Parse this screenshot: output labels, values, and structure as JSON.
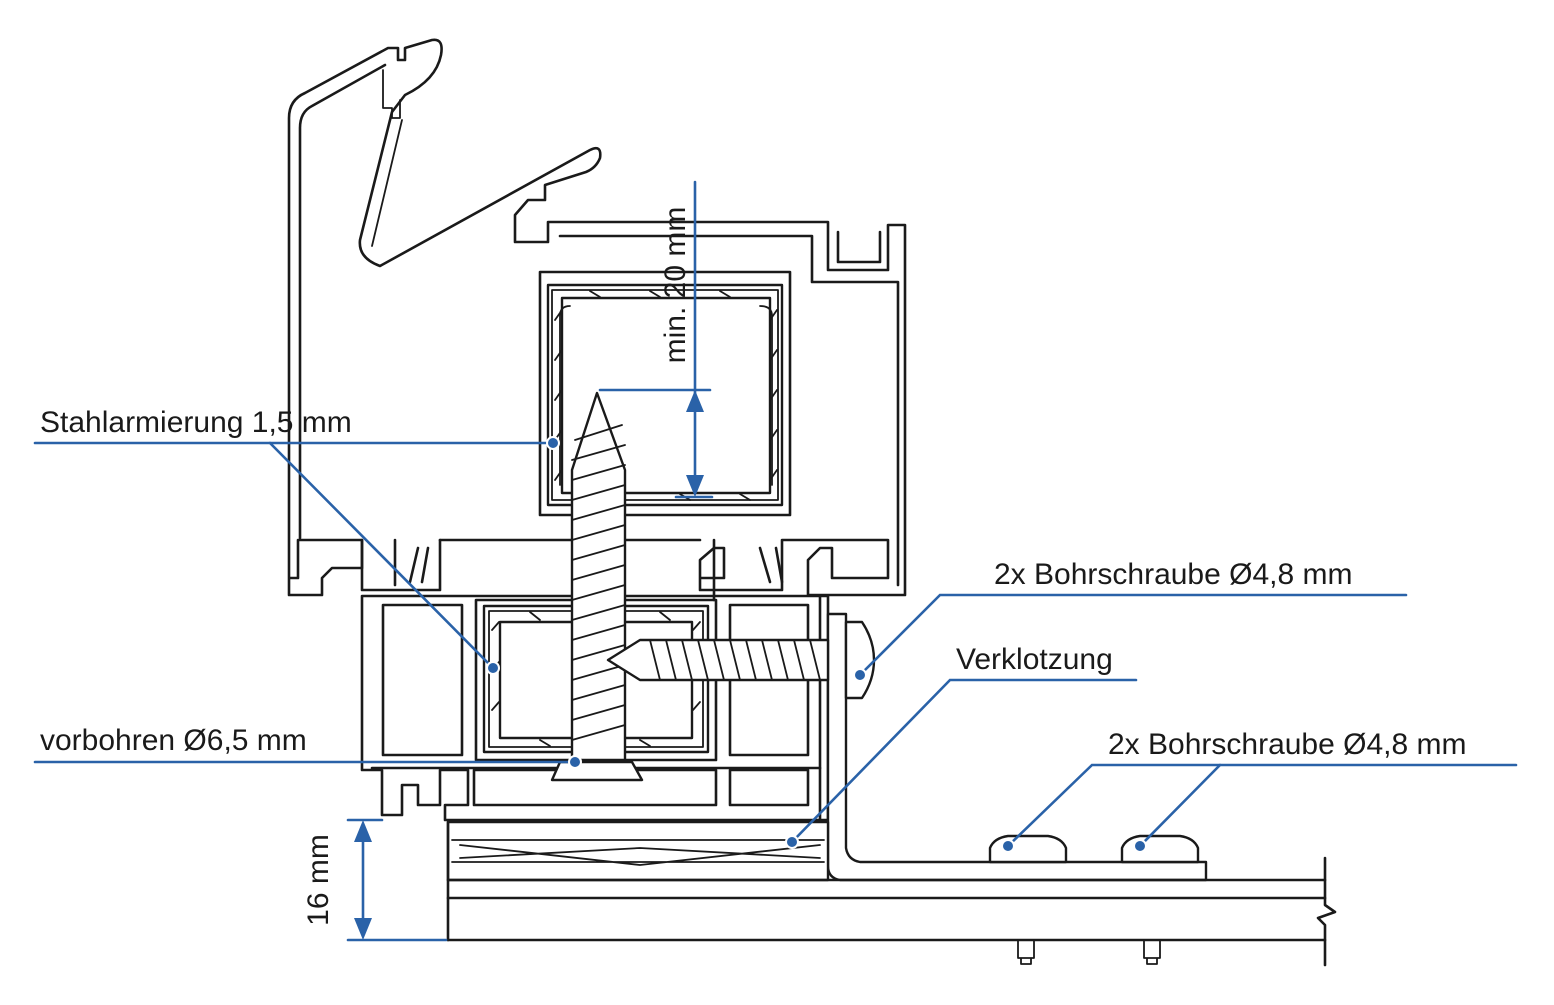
{
  "labels": {
    "steel": "Stahlarmierung 1,5 mm",
    "screws_upper": "2x Bohrschraube Ø4,8 mm",
    "blocking": "Verklotzung",
    "predrill": "vorbohren Ø6,5 mm",
    "screws_lower": "2x Bohrschraube Ø4,8 mm"
  },
  "dimensions": {
    "min_depth": "min. 20 mm",
    "height": "16 mm"
  },
  "colors": {
    "leader": "#2a62a8",
    "drawing": "#1a1a1a"
  }
}
